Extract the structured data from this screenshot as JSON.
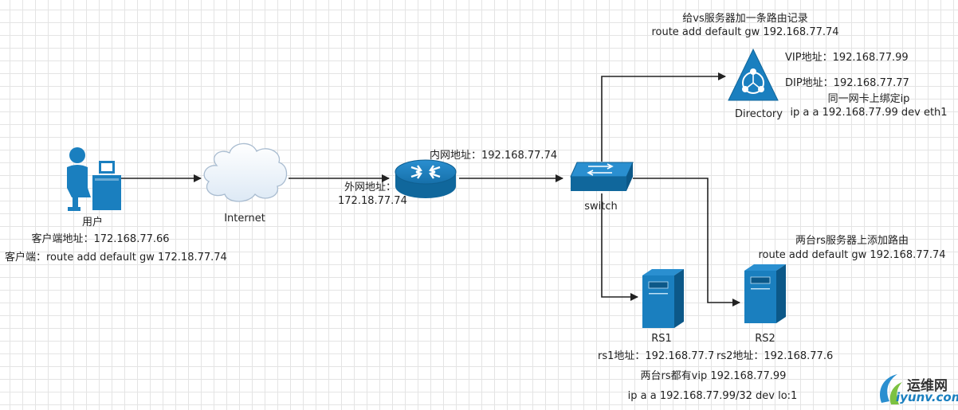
{
  "nodes": {
    "user": {
      "label": "用户",
      "addr": "客户端地址：172.168.77.66",
      "route": "客户端：route add  default gw 172.18.77.74"
    },
    "internet": {
      "label": "Internet"
    },
    "router": {
      "outer_label": "外网地址：",
      "outer_ip": "172.18.77.74",
      "inner": "内网地址：192.168.77.74"
    },
    "switch": {
      "label": "switch"
    },
    "director": {
      "label": "Directory",
      "note_title": "给vs服务器加一条路由记录",
      "note_route": "route add default gw 192.168.77.74",
      "vip": "VIP地址：192.168.77.99",
      "dip": "DIP地址：192.168.77.77",
      "bind_title": "同一网卡上绑定ip",
      "bind_cmd": "ip a a 192.168.77.99 dev eth1"
    },
    "rs1": {
      "label": "RS1",
      "addr": "rs1地址：192.168.77.7"
    },
    "rs2": {
      "label": "RS2",
      "addr": "rs2地址：192.168.77.6",
      "note_title": "两台rs服务器上添加路由",
      "note_route": "route add default gw 192.168.77.74"
    },
    "rs_common": {
      "vip": "两台rs都有vip 192.168.77.99",
      "cmd": "ip a a 192.168.77.99/32 dev lo:1"
    }
  },
  "edges": [
    {
      "from": "user",
      "to": "internet"
    },
    {
      "from": "internet",
      "to": "router"
    },
    {
      "from": "router",
      "to": "switch"
    },
    {
      "from": "switch",
      "to": "director"
    },
    {
      "from": "switch",
      "to": "rs1"
    },
    {
      "from": "switch",
      "to": "rs2"
    }
  ],
  "watermark": {
    "cn": "运维网",
    "en": "iyunv.com"
  },
  "colors": {
    "icon_blue": "#1a7fbf",
    "icon_dark": "#10679c",
    "line": "#222222"
  }
}
